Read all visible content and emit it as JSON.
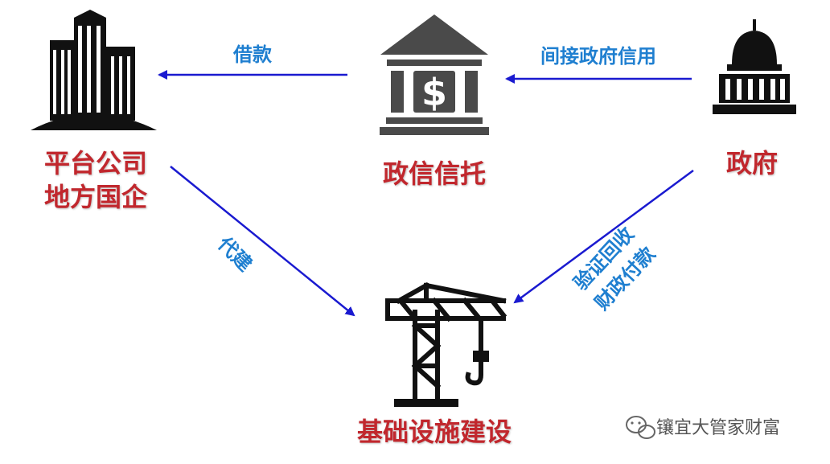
{
  "nodes": {
    "platform": {
      "line1": "平台公司",
      "line2": "地方国企"
    },
    "trust": {
      "label": "政信信托"
    },
    "government": {
      "label": "政府"
    },
    "infrastructure": {
      "label": "基础设施建设"
    }
  },
  "edges": {
    "loan": "借款",
    "indirect_credit": "间接政府信用",
    "construction": "代建",
    "payment_line1": "验证回收",
    "payment_line2": "财政付款"
  },
  "watermark": {
    "text": "镶宜大管家财富"
  },
  "colors": {
    "node_label": "#c1272d",
    "edge_label": "#1f7fd0",
    "arrow": "#1a1ad0",
    "icon": "#111111",
    "trust_icon": "#4a4a4a"
  },
  "icons": [
    "city-buildings-icon",
    "bank-icon",
    "capitol-icon",
    "crane-icon",
    "wechat-icon"
  ]
}
